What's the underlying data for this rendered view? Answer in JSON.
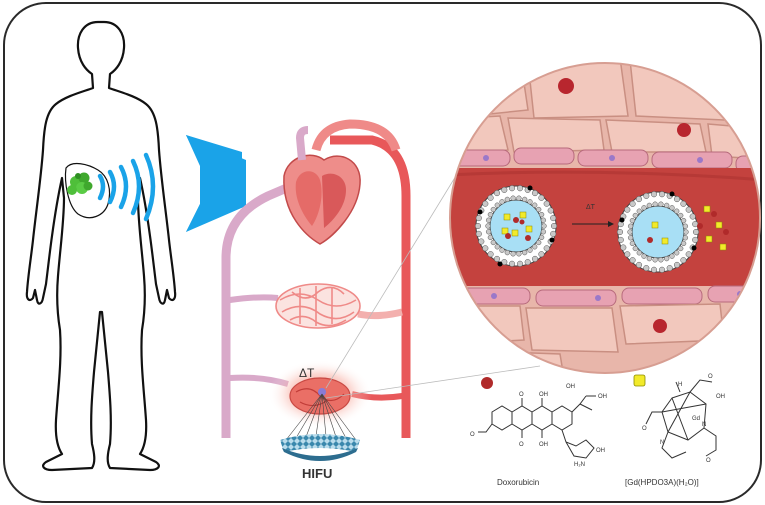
{
  "labels": {
    "hifu": "HIFU",
    "delta_t": "ΔT",
    "delta_t_small": "ΔT",
    "doxorubicin": "Doxorubicin",
    "gd_complex": "[Gd(HPDO3A)(H₂O)]"
  },
  "colors": {
    "frame": "#2a2a2a",
    "transducer": "#1aa3e8",
    "tumor": "#4fbf3a",
    "vein": "#d9a9c9",
    "artery": "#e8585a",
    "tissue": "#e8b6aa",
    "vessel_lumen": "#c4423e",
    "doxorubicin_dot": "#b02a2a",
    "gd_dot": "#f2ea2a",
    "liposome_core": "#a8dff5",
    "hifu_dish": "#2d7aa0"
  },
  "icons": {
    "transducer": "ultrasound-transducer-icon",
    "waves": "ultrasound-wave-icon",
    "dish": "hifu-dish-icon"
  }
}
